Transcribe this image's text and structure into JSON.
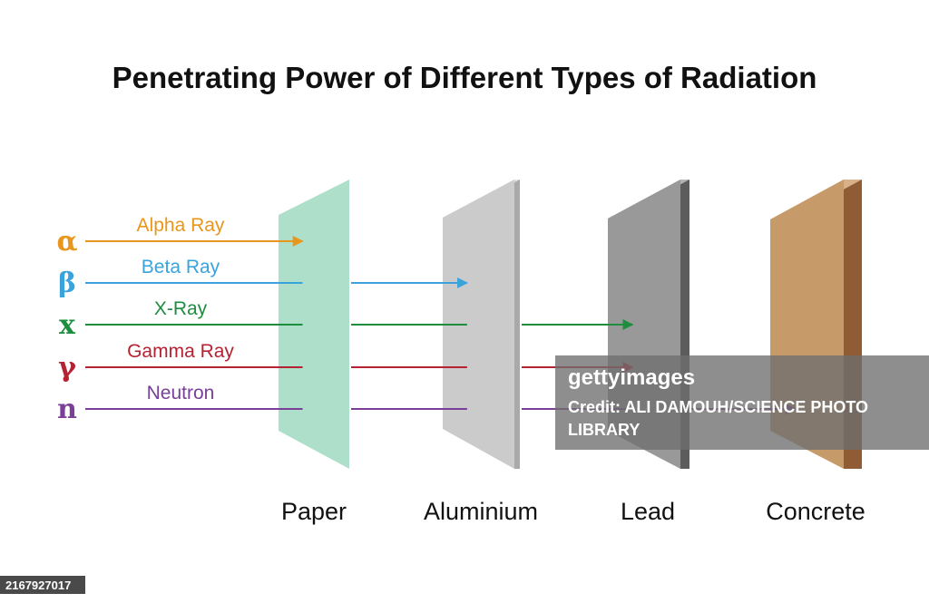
{
  "title": "Penetrating Power of Different Types of Radiation",
  "barriers": [
    {
      "label": "Paper",
      "front_color": "#addfca",
      "side_color": "#8fc9b1",
      "top_color": "#c9ecdd"
    },
    {
      "label": "Aluminium",
      "front_color": "#cbcbcb",
      "side_color": "#a9a9a9",
      "top_color": "#e0e0e0"
    },
    {
      "label": "Lead",
      "front_color": "#999999",
      "side_color": "#5c5c5c",
      "top_color": "#b3b3b3"
    },
    {
      "label": "Concrete",
      "front_color": "#c79a69",
      "side_color": "#8f5c35",
      "top_color": "#d8b189"
    }
  ],
  "rays": [
    {
      "symbol": "α",
      "label": "Alpha Ray",
      "color": "#e8961c",
      "stopped_by": "Paper"
    },
    {
      "symbol": "β",
      "label": "Beta Ray",
      "color": "#3aa3dc",
      "stopped_by": "Aluminium"
    },
    {
      "symbol": "x",
      "label": "X-Ray",
      "color": "#1e8e3e",
      "stopped_by": "Lead"
    },
    {
      "symbol": "γ",
      "label": "Gamma Ray",
      "color": "#b52233",
      "stopped_by": "Lead"
    },
    {
      "symbol": "n",
      "label": "Neutron",
      "color": "#7a3f97",
      "stopped_by": "Concrete"
    }
  ],
  "watermark": {
    "brand": "gettyimages",
    "credit_line1": "Credit: ALI DAMOUH/SCIENCE PHOTO",
    "credit_line2": "LIBRARY"
  },
  "image_id": "2167927017"
}
